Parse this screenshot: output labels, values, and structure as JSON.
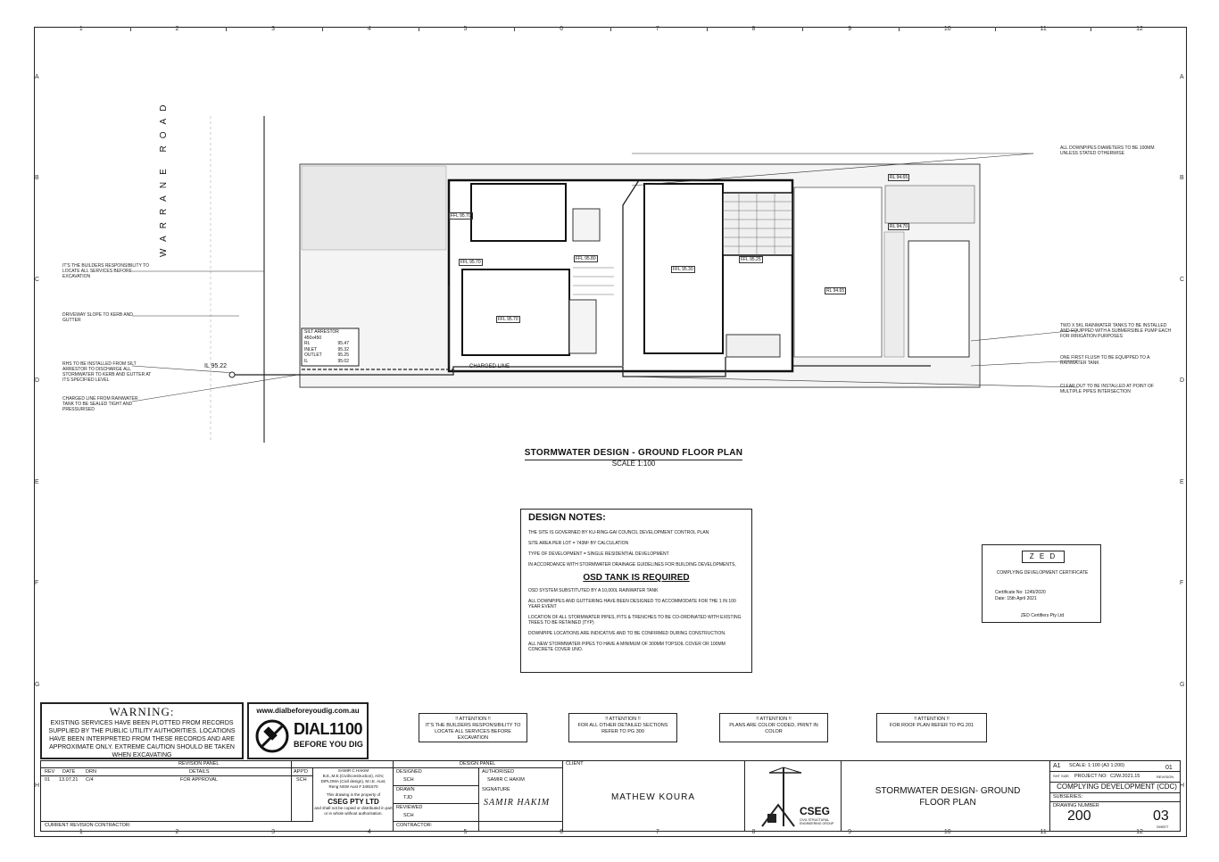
{
  "grid": {
    "columns": [
      "1",
      "2",
      "3",
      "4",
      "5",
      "6",
      "7",
      "8",
      "9",
      "10",
      "11",
      "12"
    ],
    "rows": [
      "A",
      "B",
      "C",
      "D",
      "E",
      "F",
      "G",
      "H"
    ]
  },
  "plan": {
    "road_name": "WARRANE ROAD",
    "left_notes": [
      "IT'S THE BUILDERS RESPONSIBILITY TO LOCATE ALL SERVICES BEFORE EXCAVATION",
      "DRIVEWAY SLOPE TO KERB AND GUTTER",
      "RHS TO BE INSTALLED FROM SILT ARRESTOR TO DISCHARGE ALL STORMWATER TO KERB AND GUTTER AT ITS SPECIFIED LEVEL",
      "CHARGED LINE FROM RAINWATER TANK TO BE SEALED TIGHT AND PRESSURISED"
    ],
    "right_notes": [
      "ALL DOWNPIPES DIAMETERS TO BE 100mm UNLESS STATED OTHERWISE",
      "TWO x 5KL RAINWATER TANKS TO BE INSTALLED AND EQUIPPED WITH A SUBMERSIBLE PUMP EACH FOR IRRIGATION PURPOSES",
      "ONE FIRST FLUSH TO BE EQUIPPED TO A RAINWATER TANK",
      "CLEAR OUT TO BE INSTALLED AT POINT OF MULTIPLE PIPES INTERSECTION"
    ],
    "silt_arrestor": {
      "title": "SILT ARRESTOR",
      "size": "450x450",
      "rows": [
        [
          "RL",
          "95.47"
        ],
        [
          "INLET",
          "95.32"
        ],
        [
          "OUTLET",
          "95.25"
        ],
        [
          "IL",
          "95.02"
        ]
      ]
    },
    "il_label": "IL 95.22",
    "charged_line": "CHARGED LINE",
    "levels": [
      "FFL 95.70",
      "FFL 95.70",
      "FFL 95.80",
      "FFL 95.70",
      "FFL 95.30",
      "FFL 95.25",
      "RL 94.65",
      "RL 94.65",
      "RL 94.70"
    ],
    "title": "STORMWATER DESIGN - GROUND FLOOR PLAN",
    "scale": "SCALE 1:100"
  },
  "design_notes": {
    "heading": "DESIGN NOTES:",
    "notes": [
      "THE SITE IS GOVERNED BY KU-RING-GAI COUNCIL DEVELOPMENT CONTROL PLAN",
      "SITE AREA PER LOT = 743m² BY CALCULATION",
      "TYPE OF DEVELOPMENT = SINGLE RESIDENTIAL DEVELOPMENT",
      "IN ACCORDANCE WITH STORMWATER DRAINAGE GUIDELINES FOR BUILDING DEVELOPMENTS,"
    ],
    "osd_heading": "OSD TANK IS REQUIRED",
    "osd_notes": [
      "OSD SYSTEM SUBSTITUTED BY A 10,000L RAINWATER TANK",
      "ALL DOWNPIPES AND GUTTERING HAVE BEEN DESIGNED TO ACCOMMODATE FOR THE 1 IN 100 YEAR EVENT",
      "LOCATION OF ALL STORMWATER PIPES, PITS & TRENCHES TO BE CO-ORDINATED WITH EXISTING TREES TO BE RETAINED (TYP)",
      "DOWNPIPE LOCATIONS ARE INDICATIVE AND TO BE CONFIRMED DURING CONSTRUCTION.",
      "ALL NEW STORMWATER PIPES TO HAVE A MINIMUM OF 300mm TOPSOIL COVER OR 100mm CONCRETE COVER UNO."
    ]
  },
  "certificate": {
    "logo": "Z E D",
    "subtitle": "COMPLYING DEVELOPMENT CERTIFICATE",
    "number": "Certificate No: 1249/2020",
    "date": "Date: 15th April 2021",
    "company": "ZED Certifiers Pty Ltd"
  },
  "warning": {
    "title": "WARNING:",
    "text": "EXISTING SERVICES HAVE BEEN PLOTTED FROM RECORDS SUPPLIED BY THE PUBLIC UTILITY AUTHORITIES. LOCATIONS HAVE BEEN INTERPRETED FROM THESE RECORDS AND ARE APPROXIMATE ONLY. EXTREME CAUTION SHOULD BE TAKEN WHEN EXCAVATING"
  },
  "dial": {
    "url": "www.dialbeforeyoudig.com.au",
    "big": "DIAL1100",
    "small": "BEFORE YOU DIG"
  },
  "attention_boxes": [
    {
      "heading": "!! ATTENTION !!",
      "text": "IT'S THE BUILDERS RESPONSIBILITY TO LOCATE ALL SERVICES BEFORE EXCAVATION"
    },
    {
      "heading": "!! ATTENTION !!",
      "text": "FOR ALL OTHER DETAILED SECTIONS REFER TO PG 300"
    },
    {
      "heading": "!! ATTENTION !!",
      "text": "PLANS ARE COLOR CODED, PRINT IN COLOR"
    },
    {
      "heading": "!! ATTENTION !!",
      "text": "FOR ROOF PLAN REFER TO PG 201"
    }
  ],
  "title_block": {
    "revision_panel": "REVISION PANEL",
    "rev_headers": [
      "REV",
      "DATE",
      "DRN",
      "DETAILS",
      "APP'D"
    ],
    "rev_row": [
      "01",
      "13.07.21",
      "C/4",
      "FOR APPROVAL",
      "SCH"
    ],
    "current_contractor": "CURRENT REVISION CONTRACTOR:",
    "engineer": [
      "SAMIR C HAKIM",
      "B.E.,M.E.(Civil/construction), AOV,",
      "DIPLOMA (Civil design), M.I.E. Aust,",
      "Reng NSW Aust # 3491570"
    ],
    "property": "This drawing is the property of",
    "company": "CSEG PTY LTD",
    "copy_note": "and shall not be copied or distributed in part or in whole without authorisation.",
    "design_panel": "DESIGN PANEL",
    "designed_label": "DESIGNED",
    "designed": "SCH",
    "checked": "SCH",
    "drawn_label": "DRAWN",
    "drawn": "TJD",
    "reviewed_label": "REVIEWED",
    "reviewed": "SCH",
    "contractor_label": "CONTRACTOR:",
    "authorised_label": "AUTHORISED",
    "authorised": "SAMIR C HAKIM",
    "signature_label": "SIGNATURE",
    "signature": "SAMIR HAKIM",
    "client_label": "CLIENT",
    "client": "MATHEW KOURA",
    "logo_text": "CSEG",
    "logo_sub": "CIVIL STRUCTURAL ENGINEERING GROUP",
    "drawing_title": "STORMWATER DESIGN- GROUND FLOOR PLAN",
    "size": "A1",
    "scale_label": "SCALE: 1:100 (A3 1:200)",
    "project_label": "PROJECT No:",
    "project_no": "C2W.2021.15",
    "rev_top": "01",
    "rev_top_label": "REVISION",
    "status": "COMPLYING DEVELOPMENT (CDC)",
    "subseries": "SUBSERIES:",
    "drawing_no_label": "DRAWING NUMBER",
    "drawing_no": "200",
    "sheet": "03",
    "sheet_label": "SHEET",
    "size_label": "SHT SIZE"
  }
}
